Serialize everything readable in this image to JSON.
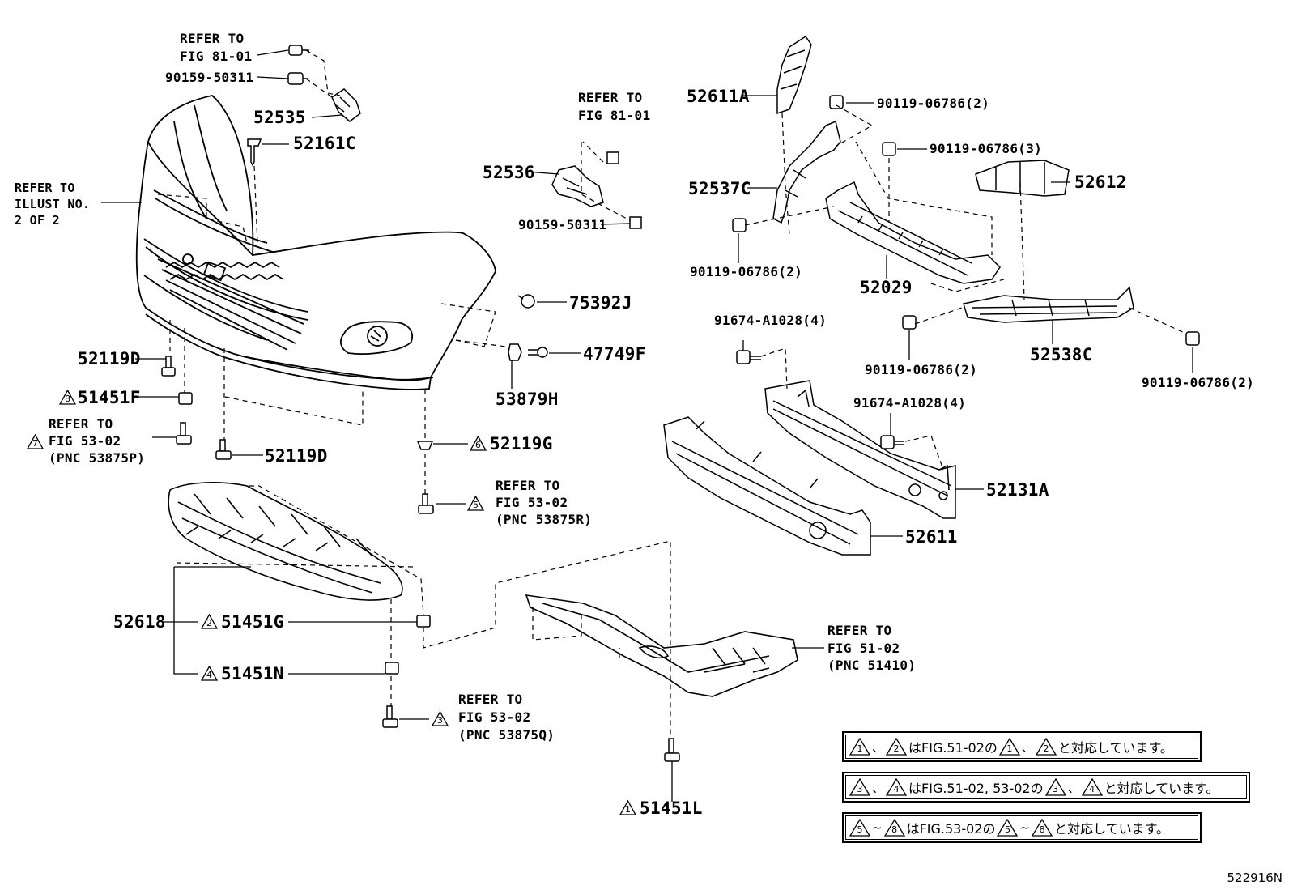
{
  "labels": {
    "refer_fig81_01_top_l1": "REFER TO",
    "refer_fig81_01_top_l2": "FIG 81-01",
    "p_90159_50311_top": "90159-50311",
    "p_52535": "52535",
    "p_52161C": "52161C",
    "refer_illust_l1": "REFER TO",
    "refer_illust_l2": "ILLUST NO.",
    "refer_illust_l3": "2 OF 2",
    "refer_fig81_01_mid_l1": "REFER TO",
    "refer_fig81_01_mid_l2": "FIG 81-01",
    "p_52536": "52536",
    "p_90159_50311_mid": "90159-50311",
    "p_75392J": "75392J",
    "p_47749F": "47749F",
    "p_53879H": "53879H",
    "p_52119D_upper": "52119D",
    "p_51451F": "51451F",
    "refer_fig53_02_7_l1": "REFER TO",
    "refer_fig53_02_7_l2": "FIG 53-02",
    "refer_fig53_02_7_l3": "(PNC 53875P)",
    "p_52119D_lower": "52119D",
    "p_52119G": "52119G",
    "refer_fig53_02_5_l1": "REFER TO",
    "refer_fig53_02_5_l2": "FIG 53-02",
    "refer_fig53_02_5_l3": "(PNC 53875R)",
    "p_52618": "52618",
    "p_51451G": "51451G",
    "p_51451N": "51451N",
    "refer_fig53_02_3_l1": "REFER TO",
    "refer_fig53_02_3_l2": "FIG 53-02",
    "refer_fig53_02_3_l3": "(PNC 53875Q)",
    "p_51451L": "51451L",
    "refer_fig51_02_l1": "REFER TO",
    "refer_fig51_02_l2": "FIG 51-02",
    "refer_fig51_02_l3": "(PNC 51410)",
    "p_52611A": "52611A",
    "p_90119_06786_2_a": "90119-06786(2)",
    "p_90119_06786_3": "90119-06786(3)",
    "p_52612": "52612",
    "p_52537C": "52537C",
    "p_90119_06786_2_b": "90119-06786(2)",
    "p_52029": "52029",
    "p_91674_A1028_4_a": "91674-A1028(4)",
    "p_90119_06786_2_c": "90119-06786(2)",
    "p_52538C": "52538C",
    "p_90119_06786_2_d": "90119-06786(2)",
    "p_91674_A1028_4_b": "91674-A1028(4)",
    "p_52131A": "52131A",
    "p_52611": "52611"
  },
  "markers": {
    "m1": "1",
    "m2": "2",
    "m3": "3",
    "m4": "4",
    "m5": "5",
    "m6": "6",
    "m7": "7",
    "m8": "8"
  },
  "notes": [
    {
      "a": "1",
      "sep1": "、",
      "b": "2",
      "mid": "はFIG.51-02の",
      "c": "1",
      "sep2": "、",
      "d": "2",
      "end": "と対応しています。"
    },
    {
      "a": "3",
      "sep1": "、",
      "b": "4",
      "mid": "はFIG.51-02, 53-02の",
      "c": "3",
      "sep2": "、",
      "d": "4",
      "end": "と対応しています。"
    },
    {
      "a": "5",
      "sep1": "~",
      "b": "8",
      "mid": "はFIG.53-02の",
      "c": "5",
      "sep2": "~",
      "d": "8",
      "end": "と対応しています。"
    }
  ],
  "illustration_code": "522916N"
}
